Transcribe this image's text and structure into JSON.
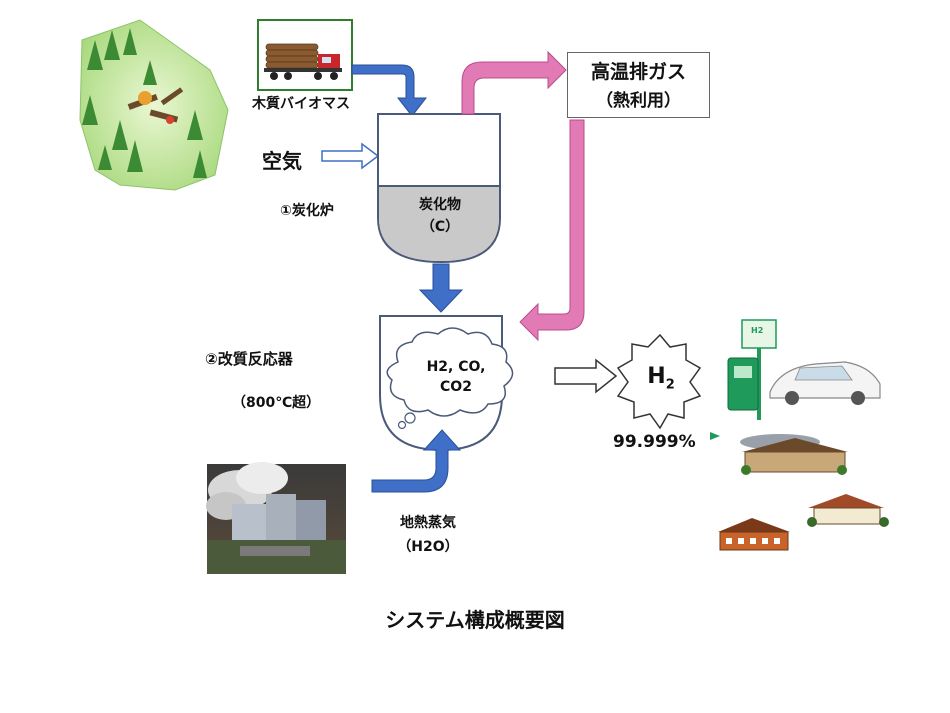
{
  "title": "システム構成概要図",
  "inputs": {
    "biomass": "木質バイオマス",
    "air": "空気",
    "steam_line1": "地熱蒸気",
    "steam_line2": "（H2O）"
  },
  "carbonizer": {
    "label": "①炭化炉",
    "content_line1": "炭化物",
    "content_line2": "（C）"
  },
  "reformer": {
    "label": "②改質反応器",
    "temp": "（800℃超）",
    "gas_line1": "H2, CO,",
    "gas_line2": "CO2"
  },
  "exhaust": {
    "line1": "高温排ガス",
    "line2": "（熱利用）"
  },
  "product": {
    "symbol": "H",
    "subscript": "2",
    "purity": "99.999%",
    "station_sign": "H2"
  },
  "colors": {
    "blue_arrow": "#3f6fc6",
    "pink_arrow": "#e27ab5",
    "char_fill": "#c9c9c9",
    "vessel_stroke": "#4a5a78",
    "forest_green": "#4f9a3a",
    "station_green": "#1f9a5a"
  }
}
